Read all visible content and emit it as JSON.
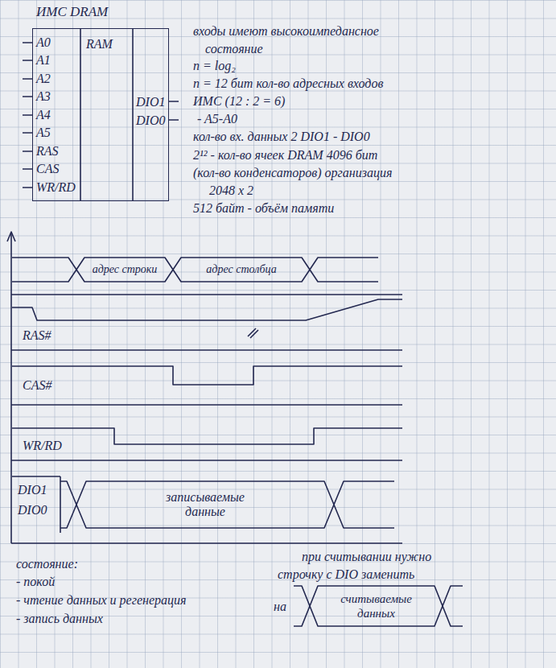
{
  "diagram": {
    "title": "ИМС DRAM",
    "nodes": [
      {
        "text": [
          "RAM",
          "DIO1",
          "DIO0"
        ]
      },
      {
        "text": [
          "адрес строки"
        ]
      },
      {
        "text": [
          "адрес столбца"
        ]
      },
      {
        "text": [
          "записываемые данные"
        ]
      },
      {
        "text": [
          "считываемые данных"
        ]
      }
    ],
    "labels": [
      "A0",
      "A1",
      "A2",
      "A3",
      "A4",
      "A5",
      "RAS",
      "CAS",
      "WR/RD",
      "входы имеют высокоимпедансное",
      "состояние",
      "n = log₂",
      "n = 12 бит кол-во адресных входов",
      "ИМС (12 : 2 = 6)",
      "- A5-A0",
      "кол-во вх. данных 2 DIO1 - DIO0",
      "2¹² - кол-во ячеек DRAM 4096 бит",
      "(кол-во конденсаторов) организация",
      "2048 x 2",
      "512 байт - объём памяти",
      "RAS#",
      "CAS#",
      "WR/RD",
      "DIO1",
      "DIO0",
      "состояние:",
      "- покой",
      "- чтение данных и регенерация",
      "- запись данных",
      "при считывании нужно",
      "строчку с DIO заменить",
      "на"
    ]
  }
}
